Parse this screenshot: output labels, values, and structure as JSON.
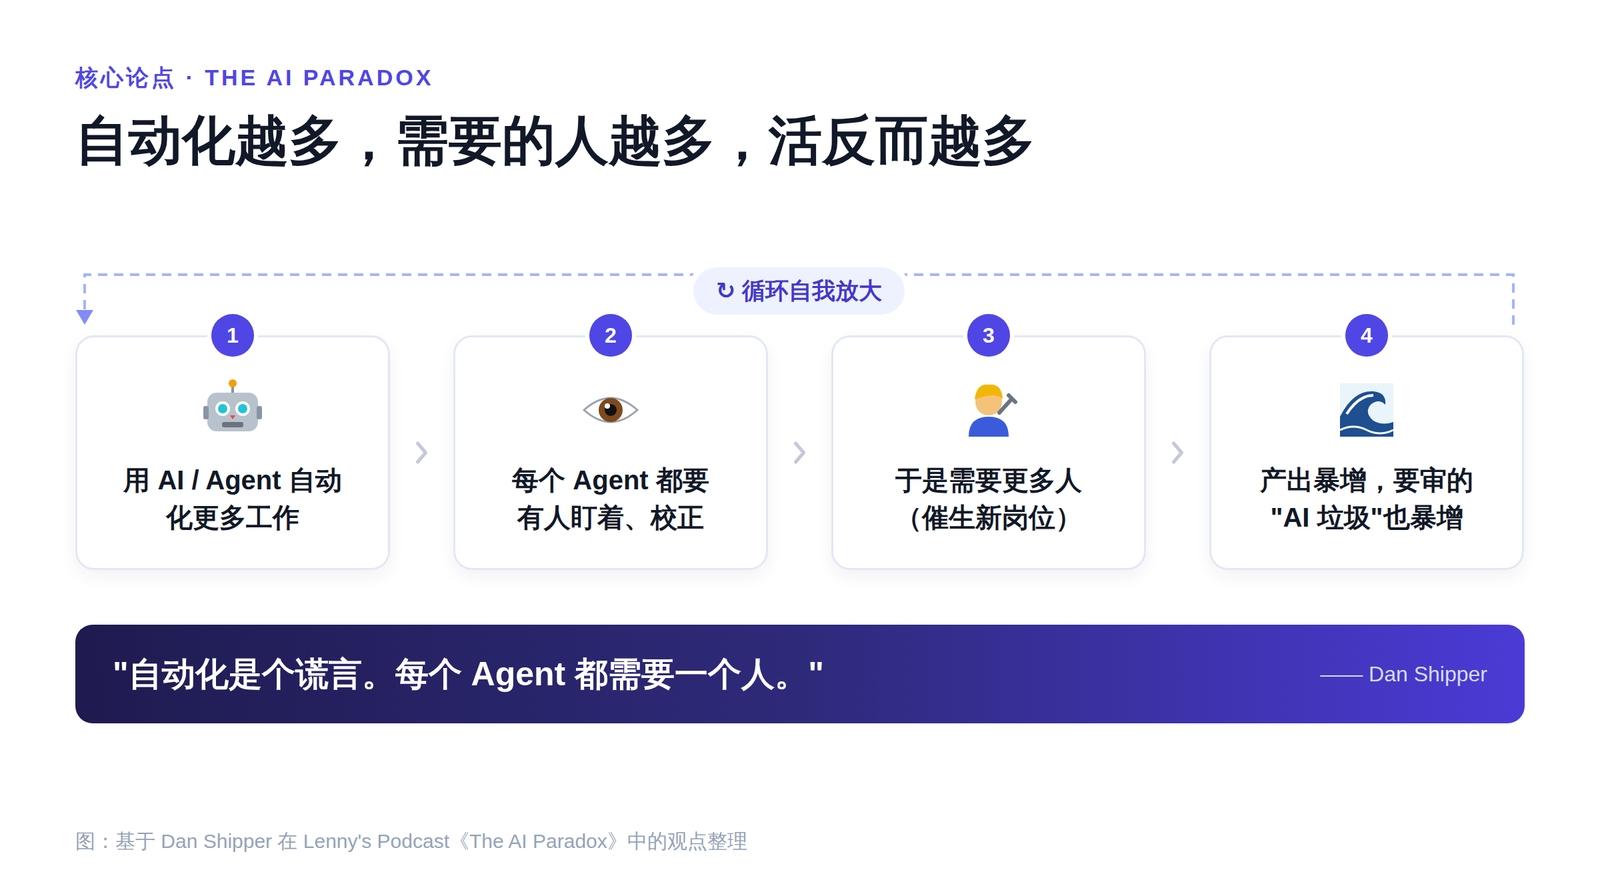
{
  "diagram": {
    "title": "自动化越多，需要的人越多，活反而越多",
    "caption": "图：基于 Dan Shipper 在 Lenny's Podcast《The AI Paradox》中的观点整理",
    "nodes": [
      {
        "text": [
          "用 AI / Agent 自动化更多工作"
        ]
      },
      {
        "text": [
          "1"
        ],
        "in": 0
      },
      {
        "text": [
          "每个 Agent 都要 有人盯着、校正"
        ]
      },
      {
        "text": [
          "2"
        ],
        "in": 2
      },
      {
        "text": [
          "于是需要更多人 （催生新岗位）"
        ]
      },
      {
        "text": [
          "3"
        ],
        "in": 4
      },
      {
        "text": [
          "产出暴增，要审的 \"AI 垃圾\"也暴增"
        ]
      },
      {
        "text": [
          "4"
        ],
        "in": 6
      },
      {
        "text": [
          "\"自动化是个谎言。每个 Agent 都需要一个人。\"",
          "—— Dan Shipper"
        ]
      }
    ],
    "edges": [
      {
        "from": 0,
        "to": 2,
        "arrow": "to"
      },
      {
        "from": 2,
        "to": 4,
        "arrow": "to"
      },
      {
        "from": 4,
        "to": 6,
        "arrow": "to"
      },
      {
        "from": 6,
        "to": 0,
        "arrow": "to",
        "label": "↻ 循环自我放大"
      }
    ],
    "labels": [
      "核心论点 · THE AI PARADOX"
    ]
  }
}
